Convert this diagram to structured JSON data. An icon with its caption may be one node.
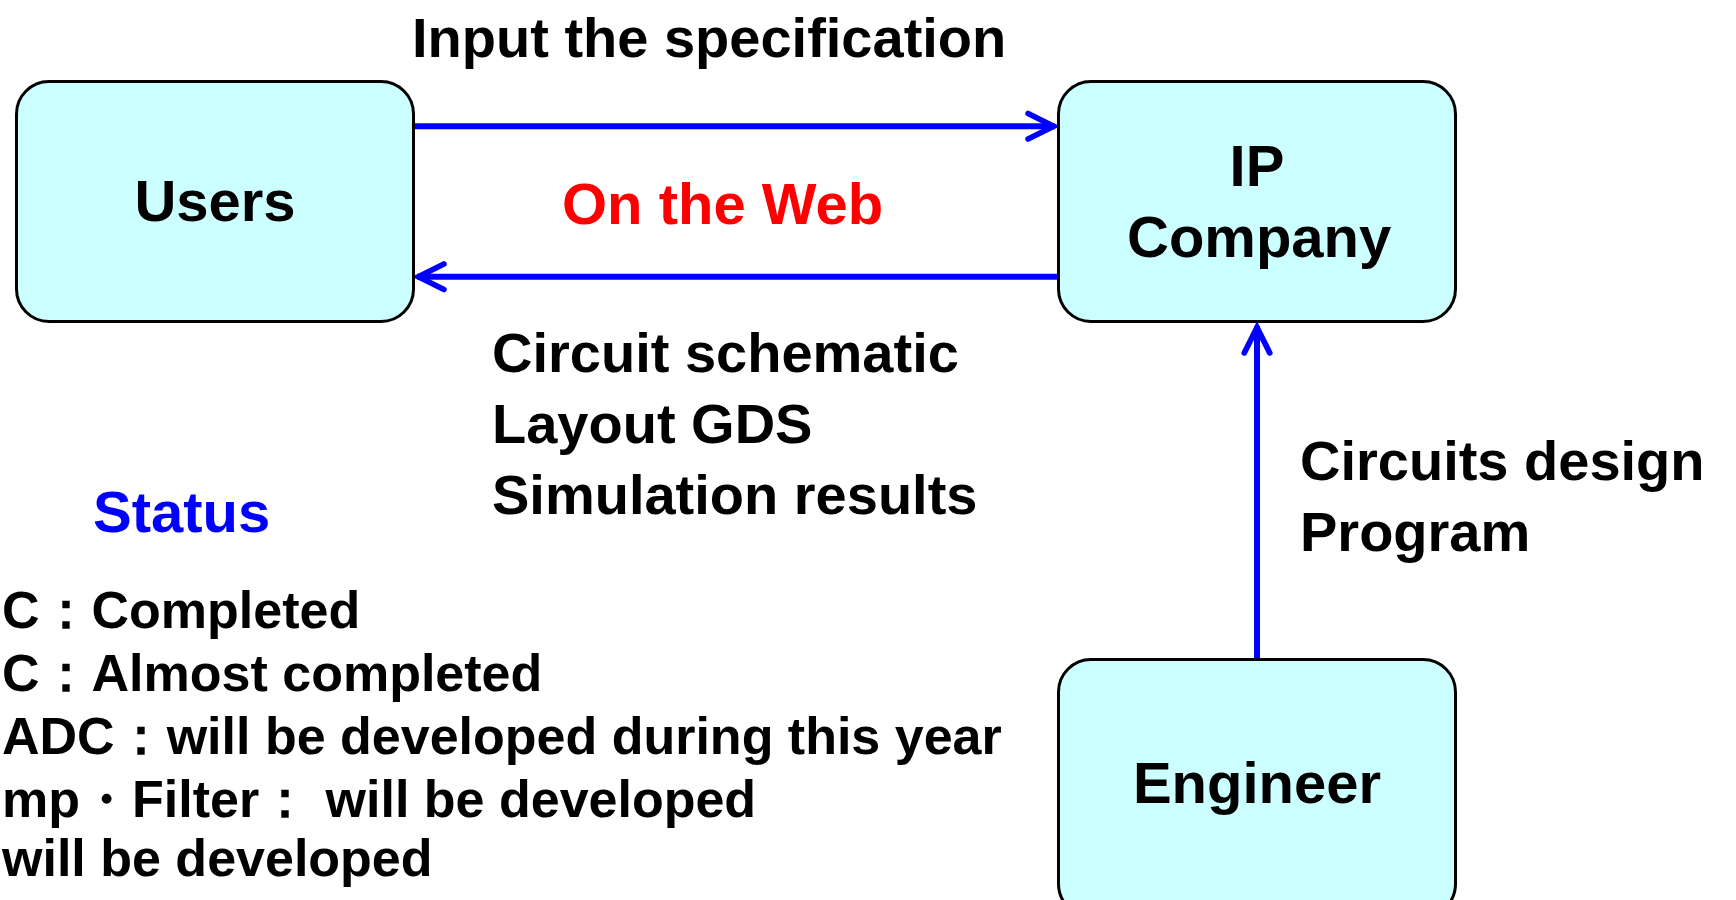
{
  "diagram": {
    "nodes": [
      {
        "text": [
          "Users"
        ]
      },
      {
        "text": [
          "IP Company"
        ]
      },
      {
        "text": [
          "Engineer"
        ]
      }
    ],
    "edges": [
      {
        "from": 0,
        "to": 1,
        "arrow": "to",
        "label": "Input the specification"
      },
      {
        "from": 1,
        "to": 0,
        "arrow": "to",
        "label": "Circuit schematic Layout GDS Simulation results"
      },
      {
        "from": 2,
        "to": 1,
        "arrow": "to",
        "label": "Circuits design Program"
      }
    ],
    "labels": [
      "On the Web",
      "Status",
      "C：Completed",
      "C：Almost completed",
      "ADC：will be developed during this year",
      "mp・Filter： will be developed",
      "will be developed"
    ]
  }
}
